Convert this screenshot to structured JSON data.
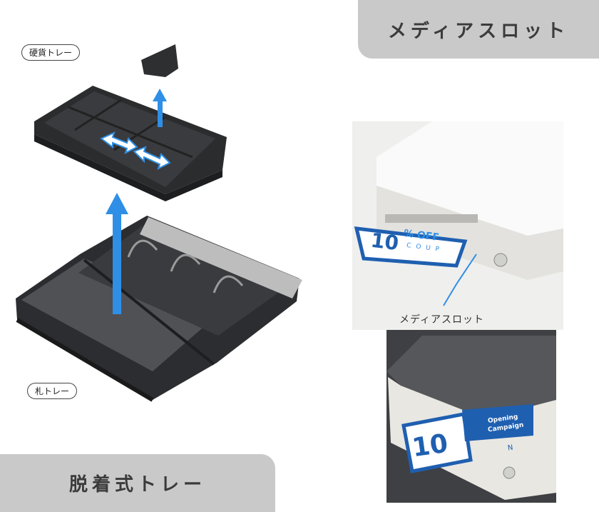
{
  "labels": {
    "media_slot_tab": "メディアスロット",
    "detachable_tray_tab": "脱着式トレー",
    "coin_tray": "硬貨トレー",
    "bill_tray": "札トレー",
    "media_slot_caption": "メディアスロット"
  },
  "coupon": {
    "top_big": "10",
    "top_suffix": "% OFF",
    "top_word": "C O U P",
    "bottom_big": "10",
    "bottom_card_line1": "Opening",
    "bottom_card_line2": "Campaign",
    "bottom_word": "N"
  },
  "colors": {
    "tab_bg": "#c9c9c9",
    "tab_text": "#3b3b3b",
    "arrow_blue": "#2f8fe6",
    "coupon_blue": "#1f5fb0",
    "tray_dark": "#2e2f31",
    "device_white": "#f0f0ee"
  }
}
